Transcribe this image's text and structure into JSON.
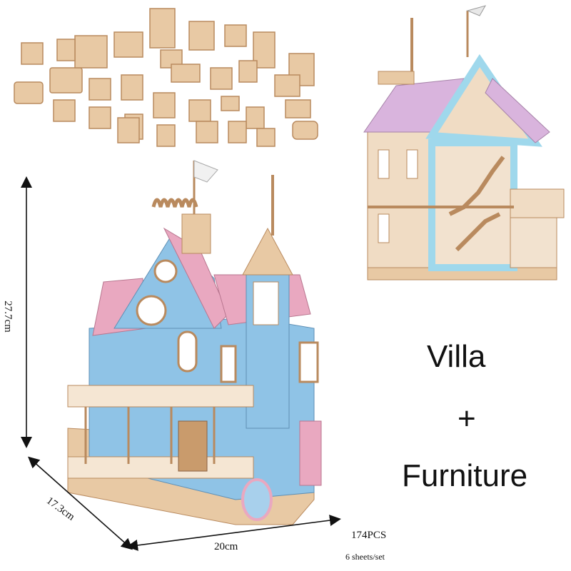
{
  "labels": {
    "villa": "Villa",
    "plus": "+",
    "furniture": "Furniture",
    "height_dim": "27.7cm",
    "depth_dim": "17.3cm",
    "width_dim": "20cm",
    "pieces": "174PCS",
    "sheets": "6 sheets/set"
  },
  "colors": {
    "wood": "#e8c9a4",
    "wood_dark": "#b98a5e",
    "pink_roof": "#e9a8c0",
    "blue_wall": "#8fc3e6",
    "lavender_roof": "#d9b4dd",
    "cyan_frame": "#9fd8ec"
  }
}
